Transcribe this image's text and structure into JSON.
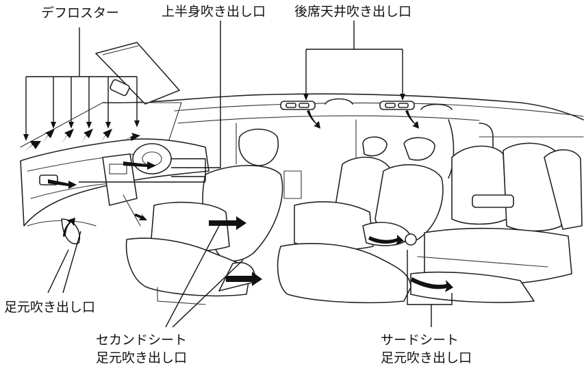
{
  "labels": {
    "defroster": "デフロスター",
    "upper_body_vent": "上半身吹き出し口",
    "rear_ceiling_vent": "後席天井吹き出し口",
    "foot_vent": "足元吹き出し口",
    "second_seat_line1": "セカンドシート",
    "second_seat_line2": "足元吹き出し口",
    "third_seat_line1": "サードシート",
    "third_seat_line2": "足元吹き出し口"
  },
  "colors": {
    "line": "#111111",
    "background": "#ffffff"
  }
}
